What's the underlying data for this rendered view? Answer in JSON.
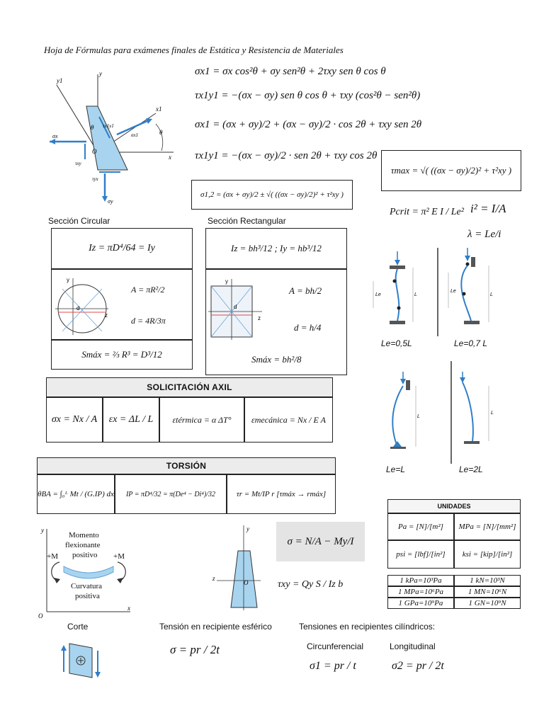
{
  "page_title": "Hoja de Fórmulas para exámenes finales de Estática y Resistencia de Materiales",
  "plane_stress": {
    "eq1": "σx1 = σx cos²θ + σy sen²θ + 2τxy sen θ cos θ",
    "eq2": "τx1y1 = −(σx − σy) sen θ cos θ + τxy (cos²θ − sen²θ)",
    "eq3": "σx1 = (σx + σy)/2 + (σx − σy)/2 · cos 2θ + τxy sen 2θ",
    "eq4": "τx1y1 = −(σx − σy)/2 · sen 2θ + τxy cos 2θ",
    "tau_max": "τmax = √( ((σx − σy)/2)² + τ²xy )",
    "sigma12": "σ1,2 = (σx + σy)/2 ± √( ((σx − σy)/2)² + τ²xy )",
    "diagram_labels": {
      "y": "y",
      "y1": "y1",
      "x": "x",
      "x1": "x1",
      "theta": "θ",
      "O": "O",
      "sx": "σx",
      "sy": "σy",
      "sx1": "σx1",
      "tx1y1": "τx1y1",
      "txy": "τxy",
      "tyx": "τyx"
    }
  },
  "buckling": {
    "pcrit": "Pcrit = π² E I / Le²",
    "radius": "i² = I/A",
    "slenderness": "λ = Le/i",
    "cases": [
      "Le=0,5L",
      "Le=0,7 L",
      "Le=L",
      "Le=2L"
    ],
    "len_label": "L",
    "le_label": "Le"
  },
  "section_circular": {
    "title": "Sección Circular",
    "inertia": "Iz = πD⁴/64 = Iy",
    "area": "A = πR²/2",
    "d": "d = 4R/3π",
    "smax": "Smáx = ⅔ R³ = D³/12",
    "axis_y": "y",
    "axis_z": "z",
    "axis_d": "d"
  },
  "section_rect": {
    "title": "Sección  Rectangular",
    "inertia": "Iz = bh³/12 ;  Iy = hb³/12",
    "area": "A = bh/2",
    "d": "d = h/4",
    "smax": "Smáx = bh²/8",
    "axis_y": "y",
    "axis_z": "z",
    "axis_d": "d"
  },
  "axial": {
    "title": "SOLICITACIÓN AXIL",
    "sigma": "σx = Nx / A",
    "eps": "εx = ΔL / L",
    "eps_t": "εtérmica = α ΔT°",
    "eps_m": "εmecánica = Nx / E A"
  },
  "torsion": {
    "title": "TORSIÓN",
    "theta": "θBA = ∫₀ᴸ Mt / (G.IP) dx",
    "ip": "IP = πD⁴/32 = π(De⁴ − Di⁴)/32",
    "tau": "τr = Mt/IP r  [τmáx → rmáx]"
  },
  "units": {
    "title": "UNIDADES",
    "rows": [
      [
        "Pa = [N]/[m²]",
        "MPa = [N]/[mm²]"
      ],
      [
        "psi = [lbf]/[in²]",
        "ksi = [kip]/[in²]"
      ]
    ],
    "conv": [
      [
        "1 kPa=10³Pa",
        "1 kN=10³N"
      ],
      [
        "1 MPa=10⁶Pa",
        "1 MN=10⁶N"
      ],
      [
        "1 GPa=10⁹Pa",
        "1 GN=10⁹N"
      ]
    ]
  },
  "bending": {
    "moment": "Momento",
    "flex": "flexionante",
    "positive": "positivo",
    "curv": "Curvatura",
    "curv_pos": "positiva",
    "plus_m": "+M",
    "axis_y": "y",
    "axis_x": "x",
    "origin": "O",
    "sigma": "σ = N/A − My/I",
    "tau": "τxy = Qy S / Iz b",
    "axis_z": "z"
  },
  "bottom": {
    "corte": "Corte",
    "spherical_title": "Tensión en recipiente esférico",
    "spherical_eq": "σ = pr / 2t",
    "cyl_title": "Tensiones en recipientes cilíndricos:",
    "circ": "Circunferencial",
    "long": "Longitudinal",
    "s1": "σ1 = pr / t",
    "s2": "σ2 = pr / 2t"
  }
}
